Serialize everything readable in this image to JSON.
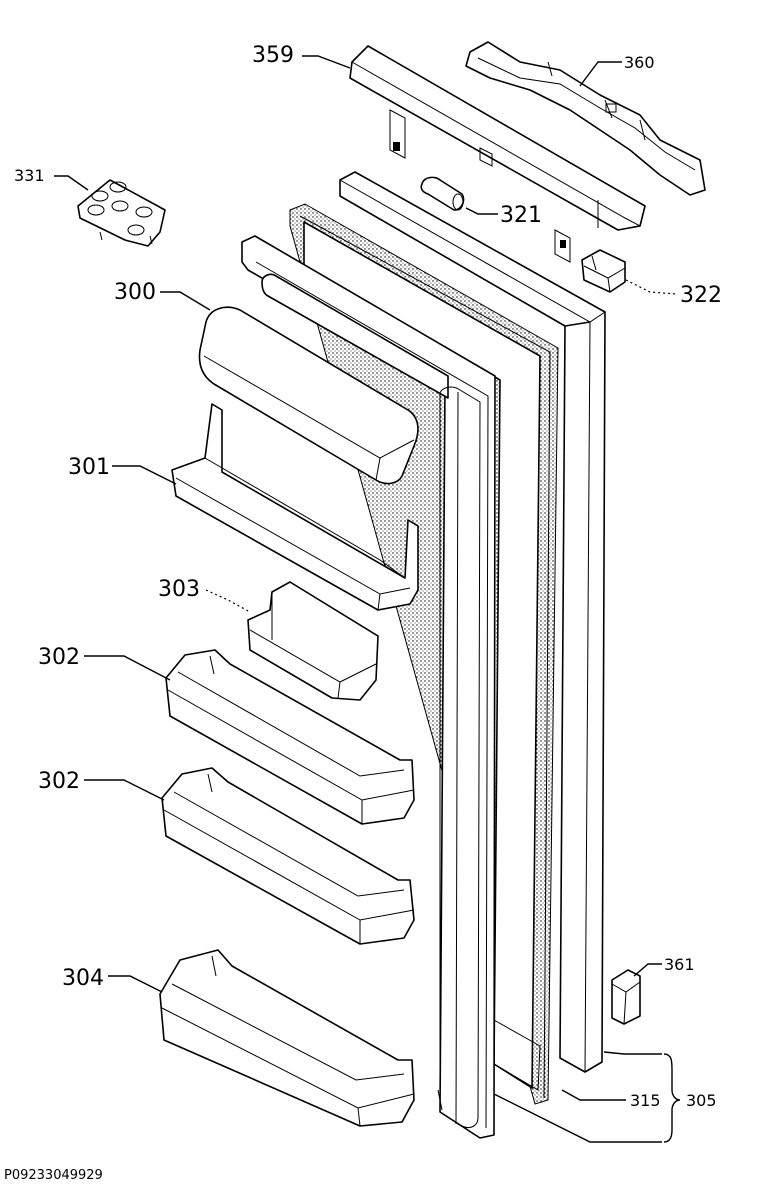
{
  "diagram": {
    "part_labels": {
      "p359": "359",
      "p360": "360",
      "p331": "331",
      "p321": "321",
      "p322": "322",
      "p300": "300",
      "p301": "301",
      "p303": "303",
      "p302a": "302",
      "p302b": "302",
      "p304": "304",
      "p361": "361",
      "p315": "315",
      "p305": "305"
    },
    "drawing_code": "P09233049929"
  }
}
